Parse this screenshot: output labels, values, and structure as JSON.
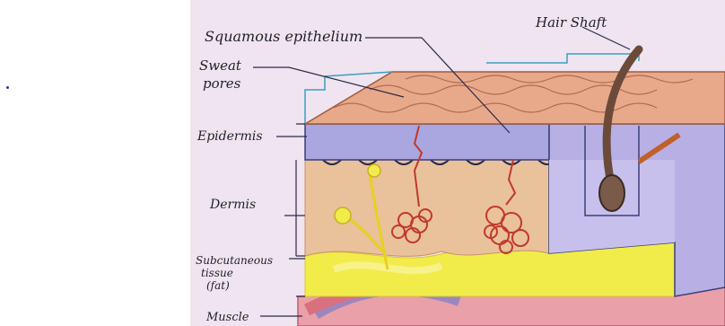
{
  "diagram": {
    "labels": {
      "squamous": "Squamous epithelium",
      "hair_shaft": "Hair Shaft",
      "sweat": "Sweat",
      "pores": "pores",
      "epidermis": "Epidermis",
      "dermis": "Dermis",
      "subcutaneous_1": "Subcutaneous",
      "subcutaneous_2": "tissue",
      "subcutaneous_3": "(fat)",
      "muscle": "Muscle"
    },
    "colors": {
      "paper": "#efe4ef",
      "skin_surface": "#e8a98a",
      "epidermis": "#a9a6e0",
      "dermis": "#e9c19a",
      "fat": "#f1ec4a",
      "muscle": "#e9a0a8",
      "hair": "#6b4a3a",
      "glands": "#c0392b",
      "outline": "#3a3f7a"
    }
  }
}
